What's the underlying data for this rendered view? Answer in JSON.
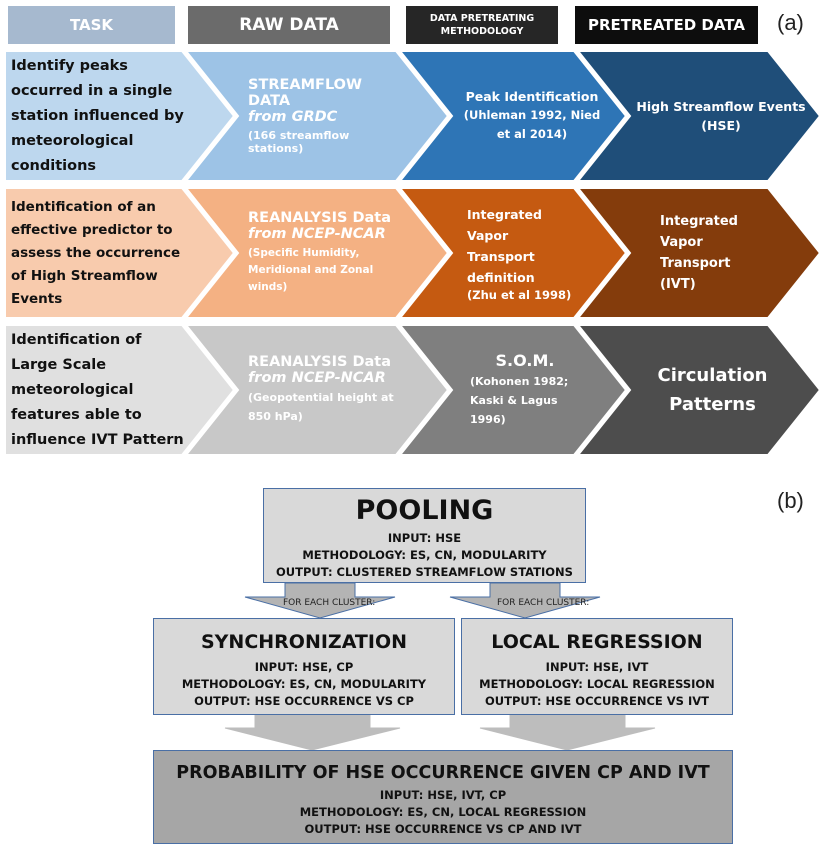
{
  "panel_a": {
    "label": "(a)",
    "headers": {
      "task": "TASK",
      "raw": "RAW DATA",
      "method": "DATA PRETREATING METHODOLOGY",
      "pretreated": "PRETREATED DATA"
    },
    "rows": [
      {
        "task": "Identify peaks occurred in a single station influenced by meteorological conditions",
        "raw_title": "STREAMFLOW DATA",
        "raw_sub": "from GRDC",
        "raw_note": "(166 streamflow stations)",
        "method": "Peak Identification",
        "method_note": "(Uhleman 1992, Nied et al 2014)",
        "pretreated": "High Streamflow Events",
        "pretreated_note": "(HSE)",
        "colors": {
          "task": "#bdd7ee",
          "raw": "#9dc3e6",
          "method": "#2e75b6",
          "pretreated": "#1f4e79"
        }
      },
      {
        "task": "Identification of an effective predictor to assess the occurrence of High Streamflow Events",
        "raw_title": "REANALYSIS Data",
        "raw_sub": "from NCEP-NCAR",
        "raw_note": "(Specific Humidity, Meridional and Zonal winds)",
        "method": "Integrated Vapor Transport definition",
        "method_note": "(Zhu et al 1998)",
        "pretreated": "Integrated Vapor Transport (IVT)",
        "pretreated_note": "",
        "colors": {
          "task": "#f8cbad",
          "raw": "#f4b183",
          "method": "#c55a11",
          "pretreated": "#843c0c"
        }
      },
      {
        "task": "Identification of Large Scale meteorological features able to influence IVT Pattern",
        "raw_title": "REANALYSIS Data",
        "raw_sub": "from NCEP-NCAR",
        "raw_note": "(Geopotential height at 850 hPa)",
        "method": "S.O.M.",
        "method_note": "(Kohonen 1982; Kaski & Lagus 1996)",
        "pretreated": "Circulation Patterns",
        "pretreated_note": "",
        "colors": {
          "task": "#e0e0e0",
          "raw": "#c8c8c8",
          "method": "#7f7f7f",
          "pretreated": "#4d4d4d"
        }
      }
    ],
    "header_colors": {
      "task": "#a6b9cf",
      "raw": "#6b6b6b",
      "method": "#262626",
      "pretreated": "#0d0d0d"
    }
  },
  "panel_b": {
    "label": "(b)",
    "pooling": {
      "title": "POOLING",
      "input": "INPUT: HSE",
      "method": "METHODOLOGY: ES, CN, MODULARITY",
      "output": "OUTPUT: CLUSTERED STREAMFLOW STATIONS"
    },
    "for_each_left": "FOR EACH CLUSTER:",
    "for_each_right": "FOR EACH CLUSTER:",
    "sync": {
      "title": "SYNCHRONIZATION",
      "input": "INPUT: HSE, CP",
      "method": "METHODOLOGY: ES, CN, MODULARITY",
      "output": "OUTPUT: HSE OCCURRENCE VS CP"
    },
    "local": {
      "title": "LOCAL REGRESSION",
      "input": "INPUT: HSE, IVT",
      "method": "METHODOLOGY: LOCAL REGRESSION",
      "output": "OUTPUT: HSE OCCURRENCE VS IVT"
    },
    "prob": {
      "title": "PROBABILITY OF HSE OCCURRENCE GIVEN CP AND IVT",
      "input": "INPUT: HSE, IVT, CP",
      "method": "METHODOLOGY: ES, CN, LOCAL REGRESSION",
      "output": "OUTPUT: HSE OCCURRENCE VS CP AND IVT"
    },
    "colors": {
      "box": "#d9d9d9",
      "box_dark": "#a6a6a6",
      "border": "#4a6fa5",
      "arrow": "#b4b4b4"
    }
  }
}
